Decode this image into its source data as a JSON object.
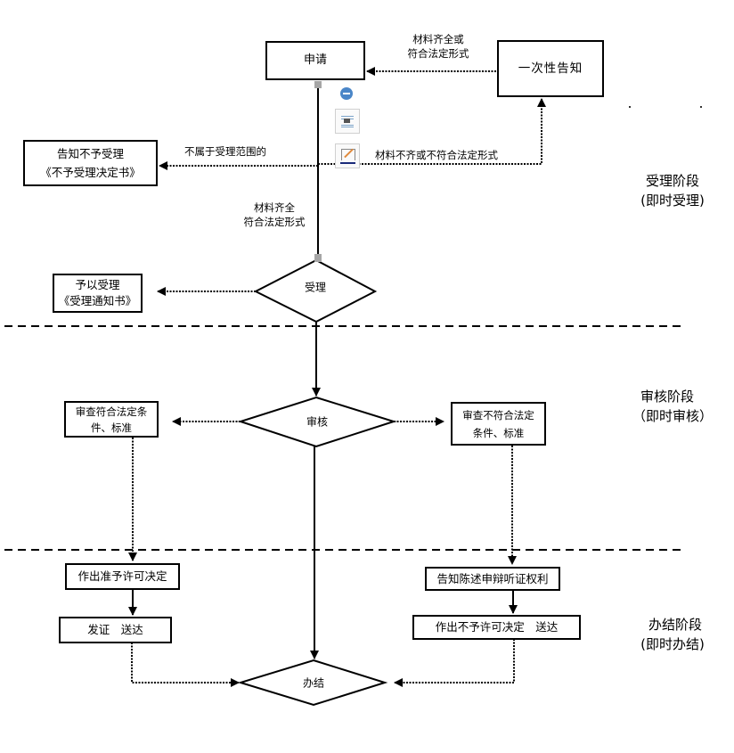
{
  "nodes": {
    "apply": "申请",
    "notify_once": "一次性告知",
    "reject_line1": "告知不予受理",
    "reject_line2": "《不予受理决定书》",
    "accept_line1": "予以受理",
    "accept_line2": "《受理通知书》",
    "accept_decision": "受理",
    "review_decision": "审核",
    "pass_line1": "审查符合法定条",
    "pass_line2": "件、标准",
    "fail_line1": "审查不符合法定",
    "fail_line2": "条件、标准",
    "grant_decision": "作出准予许可决定",
    "issue_deliver": "发证　送达",
    "inform_rights": "告知陈述申辩听证权利",
    "deny_deliver": "作出不予许可决定　送达",
    "finish": "办结"
  },
  "edge_labels": {
    "complete_or_legal_line1": "材料齐全或",
    "complete_or_legal_line2": "符合法定形式",
    "out_of_scope": "不属于受理范围的",
    "incomplete": "材料不齐或不符合法定形式",
    "complete_line1": "材料齐全",
    "complete_line2": "符合法定形式"
  },
  "phases": [
    {
      "title": "受理阶段",
      "subtitle": "(即时受理)"
    },
    {
      "title": "审核阶段",
      "subtitle": "（即时审核）"
    },
    {
      "title": "办结阶段",
      "subtitle": "(即时办结)"
    }
  ],
  "toolbar": {
    "icons": [
      "layout-options-icon",
      "image-wrap-icon",
      "shape-style-icon"
    ]
  },
  "colors": {
    "line": "#000000",
    "handle": "#a6a6a6",
    "toolbar_accent": "#4a86c8"
  }
}
